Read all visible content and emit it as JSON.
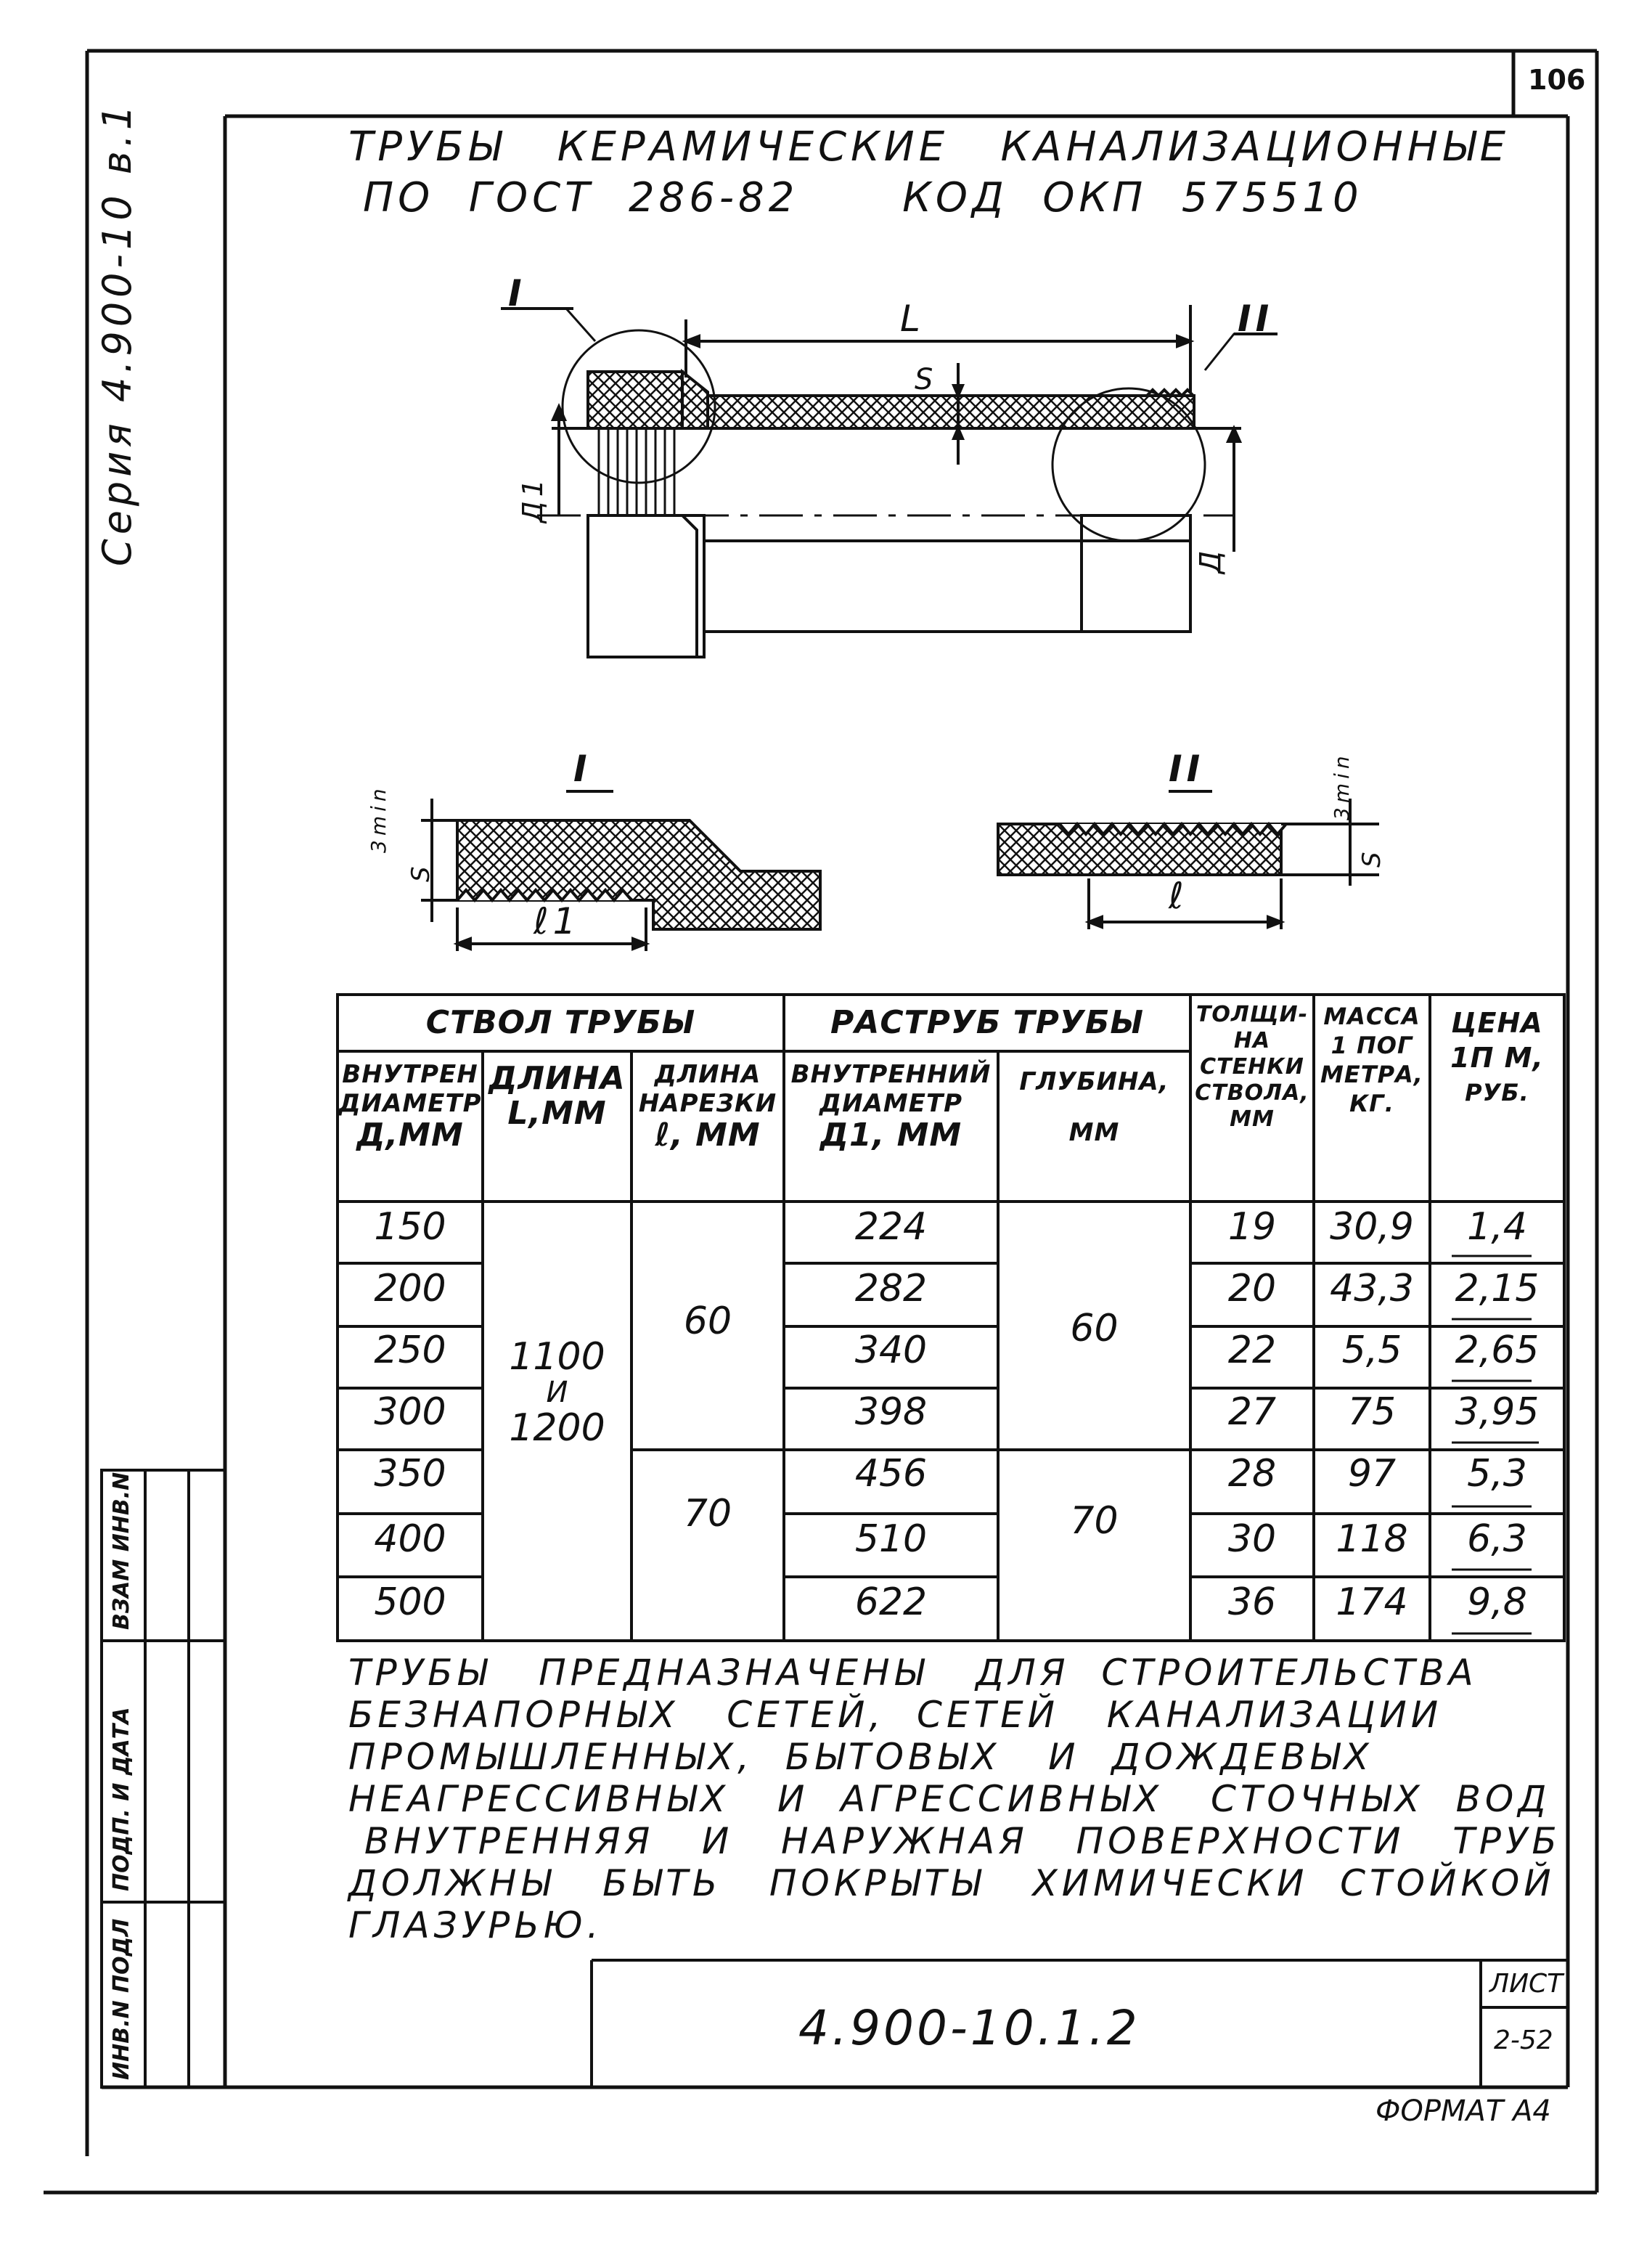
{
  "header": {
    "title_line1": "ТРУБЫ   КЕРАМИЧЕСКИЕ   КАНАЛИЗАЦИОННЫЕ",
    "title_line2": "ПО  ГОСТ  286-82      КОД  ОКП  575510",
    "series": "Серия 4.900-10 в.1",
    "page_number": "106"
  },
  "drawing": {
    "callout_1": "I",
    "callout_2": "II",
    "dim_L": "L",
    "dim_S": "S",
    "dim_D1": "Д1",
    "dim_D": "Д",
    "detail_1_label": "I",
    "detail_2_label": "II",
    "dim_3min_1": "3min",
    "dim_3min_2": "3min",
    "dim_S_1": "S",
    "dim_S_2": "S",
    "dim_l1": "ℓ1",
    "dim_l": "ℓ"
  },
  "table": {
    "group_barrel": "СТВОЛ  ТРУБЫ",
    "group_socket": "РАСТРУБ  ТРУБЫ",
    "col_inner_d": [
      "ВНУТРЕН",
      "ДИАМЕТР",
      "Д,ММ"
    ],
    "col_length": [
      "ДЛИНА",
      "L,ММ"
    ],
    "col_thread": [
      "ДЛИНА",
      "НАРЕЗКИ",
      "ℓ, ММ"
    ],
    "col_socket_d": [
      "ВНУТРЕННИЙ",
      "ДИАМЕТР",
      "Д1, ММ"
    ],
    "col_depth": [
      "ГЛУБИНА,",
      "ММ"
    ],
    "col_wall": [
      "ТОЛЩИ-",
      "НА",
      "СТЕНКИ",
      "СТВОЛА,",
      "ММ"
    ],
    "col_mass": [
      "МАССА",
      "1 ПОГ",
      "МЕТРА,",
      "КГ."
    ],
    "col_price": [
      "ЦЕНА",
      "1П М,",
      "РУБ."
    ],
    "length_merged": [
      "1100",
      "И",
      "1200"
    ],
    "thread_group1": "60",
    "thread_group2": "70",
    "depth_group1": "60",
    "depth_group2": "70",
    "rows": [
      {
        "d": "150",
        "d1": "224",
        "wall": "19",
        "mass": "30,9",
        "price": "1,4"
      },
      {
        "d": "200",
        "d1": "282",
        "wall": "20",
        "mass": "43,3",
        "price": "2,15"
      },
      {
        "d": "250",
        "d1": "340",
        "wall": "22",
        "mass": "5,5",
        "price": "2,65"
      },
      {
        "d": "300",
        "d1": "398",
        "wall": "27",
        "mass": "75",
        "price": "3,95"
      },
      {
        "d": "350",
        "d1": "456",
        "wall": "28",
        "mass": "97",
        "price": "5,3"
      },
      {
        "d": "400",
        "d1": "510",
        "wall": "30",
        "mass": "118",
        "price": "6,3"
      },
      {
        "d": "500",
        "d1": "622",
        "wall": "36",
        "mass": "174",
        "price": "9,8"
      }
    ]
  },
  "note": {
    "lines": [
      "ТРУБЫ   ПРЕДНАЗНАЧЕНЫ   ДЛЯ  СТРОИТЕЛЬСТВА",
      "БЕЗНАПОРНЫХ   СЕТЕЙ,  СЕТЕЙ   КАНАЛИЗАЦИИ",
      "ПРОМЫШЛЕННЫХ,  БЫТОВЫХ   И  ДОЖДЕВЫХ",
      "НЕАГРЕССИВНЫХ   И  АГРЕССИВНЫХ   СТОЧНЫХ  ВОД",
      " ВНУТРЕННЯЯ   И   НАРУЖНАЯ   ПОВЕРХНОСТИ   ТРУБ",
      "ДОЛЖНЫ   БЫТЬ   ПОКРЫТЫ   ХИМИЧЕСКИ  СТОЙКОЙ",
      "ГЛАЗУРЬЮ."
    ]
  },
  "stamp": {
    "doc_code": "4.900-10.1.2",
    "sheet_label": "ЛИСТ",
    "sheet_value": "2-52",
    "format": "ФОРМАТ А4"
  },
  "side_block": {
    "inv_podl": "ИНВ.N ПОДЛ",
    "podp_data": "ПОДП. И ДАТА",
    "vzam_inv": "ВЗАМ ИНВ.N"
  }
}
